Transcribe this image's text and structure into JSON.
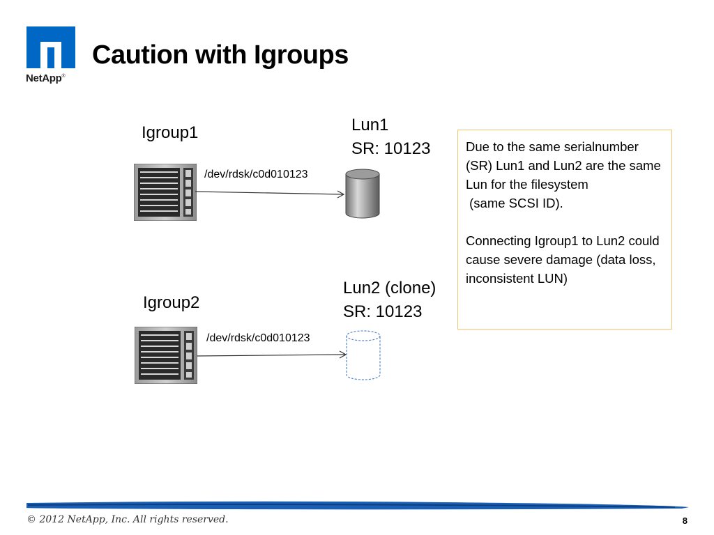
{
  "slide": {
    "title": "Caution with Igroups",
    "logo_text": "NetApp",
    "logo_mark": "®"
  },
  "diagram": {
    "groups": [
      {
        "igroup_label": "Igroup1",
        "device_path": "/dev/rdsk/c0d010123",
        "lun_name": "Lun1",
        "lun_serial": "SR: 10123",
        "lun_style": "solid"
      },
      {
        "igroup_label": "Igroup2",
        "device_path": "/dev/rdsk/c0d010123",
        "lun_name": "Lun2 (clone)",
        "lun_serial": "SR: 10123",
        "lun_style": "dashed"
      }
    ],
    "note": {
      "paragraph1": "Due to the same serialnumber (SR) Lun1 and Lun2 are the same Lun for the filesystem\n (same SCSI ID).",
      "paragraph2": "Connecting Igroup1 to Lun2 could cause severe damage (data loss, inconsistent LUN)"
    }
  },
  "footer": {
    "copyright": "© 2012 NetApp, Inc.  All rights reserved.",
    "page_number": "8"
  },
  "colors": {
    "brand_blue": "#0067c5",
    "note_border": "#f2c36a",
    "disk_outline": "#5b86c9"
  }
}
